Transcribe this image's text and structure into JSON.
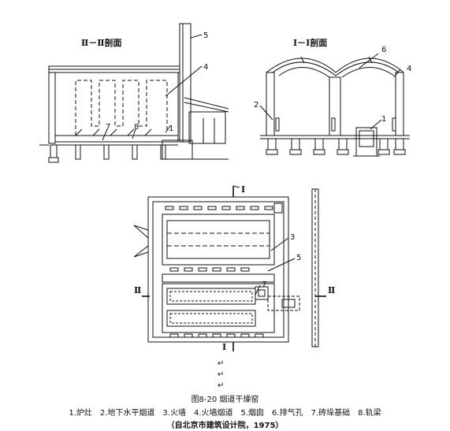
{
  "sections": {
    "section_ii": "Ⅱ－Ⅱ剖面",
    "section_i": "Ⅰ－Ⅰ剖面"
  },
  "callouts": {
    "c1": "1",
    "c2": "2",
    "c3": "3",
    "c4": "4",
    "c5": "5",
    "c6": "6",
    "c7": "7",
    "c8": "8"
  },
  "cut_marks": {
    "i": "Ⅰ",
    "ii": "Ⅱ"
  },
  "caption": {
    "title": "图8-20 烟道干燥窑",
    "legend": "1.炉灶　2.地下水平烟道　3.火墙　4.火墙烟道　5.烟囱　6.排气孔　7.砖垛基础　8.轨梁",
    "source": "（自北京市建筑设计院，1975）"
  },
  "paragraph_marks": [
    "↵",
    "↵",
    "↵"
  ]
}
